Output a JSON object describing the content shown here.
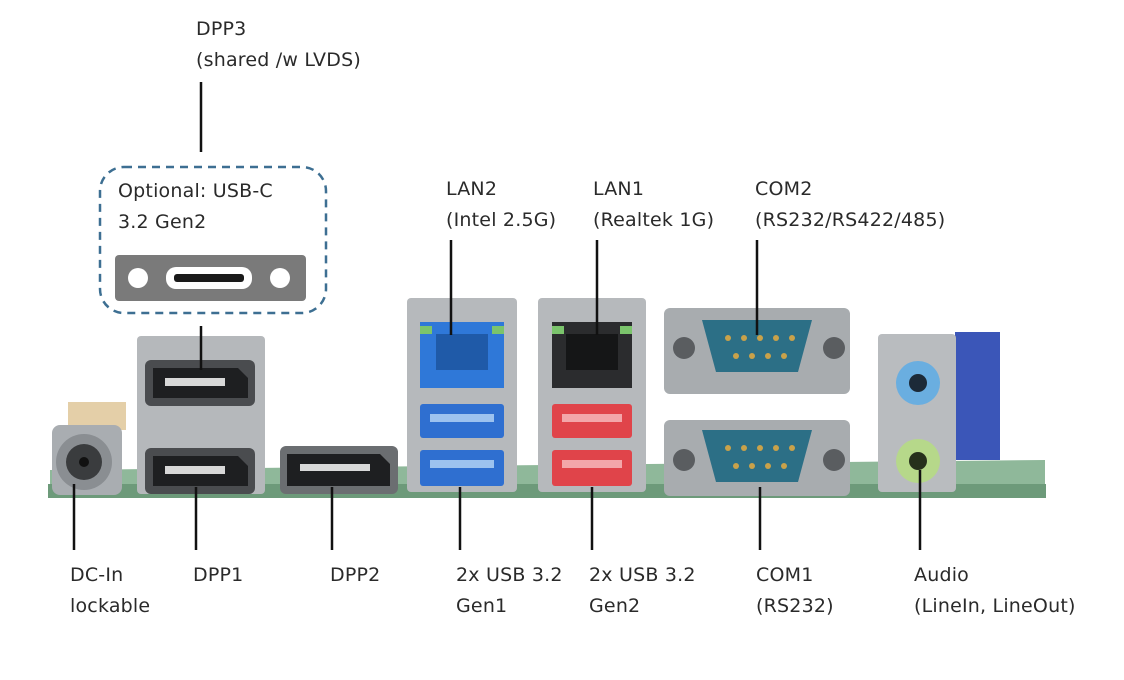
{
  "labels": {
    "dpp3": {
      "line1": "DPP3",
      "line2": "(shared /w LVDS)"
    },
    "optional_usbc": {
      "line1": "Optional: USB-C",
      "line2": "3.2 Gen2"
    },
    "lan2": {
      "line1": "LAN2",
      "line2": "(Intel 2.5G)"
    },
    "lan1": {
      "line1": "LAN1",
      "line2": "(Realtek 1G)"
    },
    "com2": {
      "line1": "COM2",
      "line2": "(RS232/RS422/485)"
    },
    "dcin": {
      "line1": "DC-In",
      "line2": "lockable"
    },
    "dpp1": {
      "line1": "DPP1"
    },
    "dpp2": {
      "line1": "DPP2"
    },
    "usb_gen1": {
      "line1": "2x USB 3.2",
      "line2": "Gen1"
    },
    "usb_gen2": {
      "line1": "2x USB 3.2",
      "line2": "Gen2"
    },
    "com1": {
      "line1": "COM1",
      "line2": "(RS232)"
    },
    "audio": {
      "line1": "Audio",
      "line2": "(LineIn, LineOut)"
    }
  },
  "colors": {
    "pcb": "#8fb89a",
    "metal": "#b9bcbf",
    "usb_gen1": "#2f6fd0",
    "usb_gen2": "#e0444a",
    "lan2_jack": "#2f78d8",
    "serial": "#2c6f86",
    "audio_blue": "#6aaee0",
    "audio_green": "#b6d88a",
    "dashed_box": "#3d6f92"
  }
}
